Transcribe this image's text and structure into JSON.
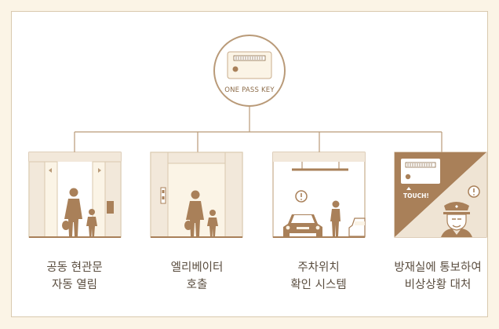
{
  "key": {
    "label": "ONE PASS KEY"
  },
  "panels": [
    {
      "id": "lobby",
      "caption_line1": "공동 현관문",
      "caption_line2": "자동 열림"
    },
    {
      "id": "elevator",
      "caption_line1": "엘리베이터",
      "caption_line2": "호출"
    },
    {
      "id": "parking",
      "caption_line1": "주차위치",
      "caption_line2": "확인 시스템"
    },
    {
      "id": "security",
      "caption_line1": "방재실에 통보하여",
      "caption_line2": "비상상황 대처",
      "touch_label": "TOUCH!"
    }
  ],
  "colors": {
    "background": "#fbf4e6",
    "accent": "#a98059",
    "line": "#b99a78",
    "text": "#5a4d3f"
  }
}
